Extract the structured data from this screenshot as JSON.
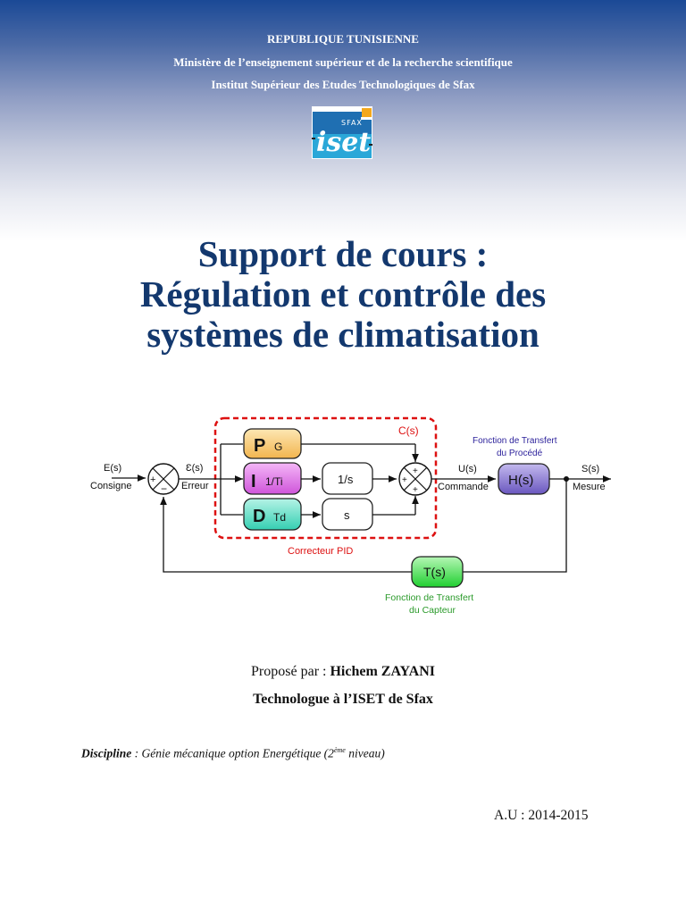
{
  "header": {
    "country": "REPUBLIQUE TUNISIENNE",
    "ministry": "Ministère de l’enseignement supérieur et de la recherche scientifique",
    "institute": "Institut Supérieur des Etudes Technologiques de Sfax",
    "logo": {
      "text": "iset",
      "subtext": "SFAX",
      "icon": "iset-sfax-logo"
    }
  },
  "title": {
    "line1": "Support de cours :",
    "line2": "Régulation et contrôle des",
    "line3": "systèmes de climatisation"
  },
  "diagram": {
    "input_signal": "E(s)",
    "input_label": "Consigne",
    "error_signal": "Ɛ(s)",
    "error_label": "Erreur",
    "controller_label": "C(s)",
    "controller_caption": "Correcteur PID",
    "p_block": {
      "letter": "P",
      "param": "G"
    },
    "i_block": {
      "letter": "I",
      "param": "1/Ti"
    },
    "d_block": {
      "letter": "D",
      "param": "Td"
    },
    "integrator": "1/s",
    "derivator": "s",
    "command_signal": "U(s)",
    "command_label": "Commande",
    "process_block": "H(s)",
    "process_caption_1": "Fonction de Transfert",
    "process_caption_2": "du Procédé",
    "output_signal": "S(s)",
    "output_label": "Mesure",
    "sensor_block": "T(s)",
    "sensor_caption_1": "Fonction de Transfert",
    "sensor_caption_2": "du Capteur",
    "sum1_signs": {
      "left": "+",
      "bottom": "−"
    },
    "sum2_signs": {
      "top": "+",
      "left": "+",
      "bottom": "+"
    },
    "colors": {
      "p_block": "#f6c165",
      "i_block": "#d86fe0",
      "d_block": "#4fd8c0",
      "h_block": "#7d6cc9",
      "t_block": "#3ddc4a",
      "pid_border": "#dd1111",
      "process_caption": "#2a1f9a",
      "sensor_caption": "#2a9a2a"
    }
  },
  "author": {
    "proposed_by": "Proposé par :",
    "name": "Hichem ZAYANI",
    "role": "Technologue à l’ISET de Sfax"
  },
  "discipline": {
    "label": "Discipline",
    "text_before": " : Génie mécanique option Energétique (2",
    "sup": "ème",
    "text_after": " niveau)"
  },
  "academic_year": "A.U : 2014-2015"
}
